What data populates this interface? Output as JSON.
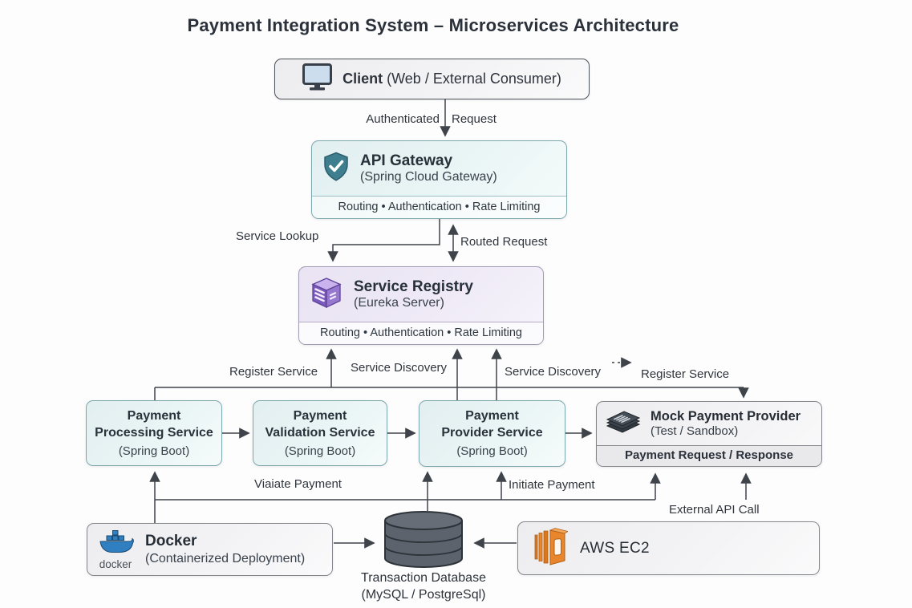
{
  "title": "Payment Integration System – Microservices Architecture",
  "nodes": {
    "client": {
      "title": "Client",
      "subtitle": "(Web / External Consumer)"
    },
    "api_gateway": {
      "title": "API Gateway",
      "subtitle": "(Spring Cloud Gateway)",
      "footer": "Routing • Authentication • Rate Limiting"
    },
    "service_registry": {
      "title": "Service Registry",
      "subtitle": "(Eureka Server)",
      "footer": "Routing • Authentication • Rate Limiting"
    },
    "payment_processing": {
      "line1": "Payment",
      "line2": "Processing Service",
      "subtitle": "(Spring Boot)"
    },
    "payment_validation": {
      "line1": "Payment",
      "line2": "Validation Service",
      "subtitle": "(Spring Boot)"
    },
    "payment_provider": {
      "line1": "Payment",
      "line2": "Provider Service",
      "subtitle": "(Spring Boot)"
    },
    "mock_provider": {
      "title": "Mock Payment Provider",
      "subtitle": "(Test / Sandbox)",
      "footer": "Payment Request / Response"
    },
    "docker": {
      "title": "Docker",
      "subtitle": "(Containerized Deployment)",
      "icon_caption": "docker"
    },
    "database": {
      "line1": "Transaction Database",
      "line2": "(MySQL / PostgreSql)"
    },
    "aws": {
      "title": "AWS EC2"
    }
  },
  "edge_labels": {
    "authenticated": "Authenticated",
    "request": "Request",
    "service_lookup": "Service Lookup",
    "routed_request": "Routed Request",
    "register_service_left": "Register Service",
    "service_discovery_left": "Service Discovery",
    "service_discovery_right": "Service Discovery",
    "register_service_right": "Register Service",
    "validate_payment": "Viaiate Payment",
    "initiate_payment": "Initiate Payment",
    "external_api_call": "External API Call"
  },
  "colors": {
    "teal_box": "#e7f2f2",
    "teal_border": "#7fa8ad",
    "purple_box": "#ece7f4",
    "purple_border": "#a39bb6",
    "gray_box": "#f1f1f3",
    "gray_border": "#85868c",
    "arrow": "#3f444b",
    "shield_teal": "#3e7e8e",
    "cube_purple": "#7b59bd",
    "docker_blue": "#2f7fc1",
    "aws_orange": "#e8862d",
    "db_gray": "#5d636c"
  }
}
